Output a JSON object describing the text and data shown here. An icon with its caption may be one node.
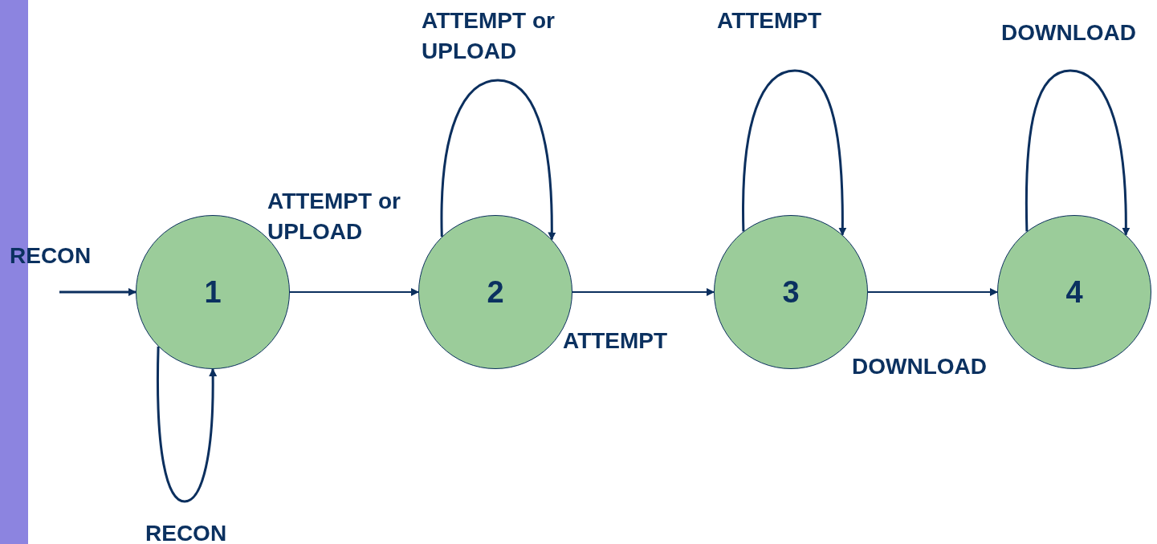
{
  "diagram": {
    "nodes": [
      {
        "text": [
          "1"
        ]
      },
      {
        "text": [
          "2"
        ]
      },
      {
        "text": [
          "3"
        ]
      },
      {
        "text": [
          "4"
        ]
      },
      {
        "text": [],
        "shape": "bar"
      }
    ],
    "edges": [
      {
        "from": null,
        "to": 0,
        "arrow": "to",
        "label": "RECON"
      },
      {
        "from": 0,
        "to": 0,
        "arrow": "to",
        "label": "RECON"
      },
      {
        "from": 0,
        "to": 1,
        "arrow": "to",
        "label": "ATTEMPT or UPLOAD"
      },
      {
        "from": 1,
        "to": 1,
        "arrow": "to",
        "label": "ATTEMPT or UPLOAD"
      },
      {
        "from": 1,
        "to": 2,
        "arrow": "to",
        "label": "ATTEMPT"
      },
      {
        "from": 2,
        "to": 2,
        "arrow": "to",
        "label": "ATTEMPT"
      },
      {
        "from": 2,
        "to": 3,
        "arrow": "to",
        "label": "DOWNLOAD"
      },
      {
        "from": 3,
        "to": 3,
        "arrow": "to",
        "label": "DOWNLOAD"
      }
    ]
  }
}
